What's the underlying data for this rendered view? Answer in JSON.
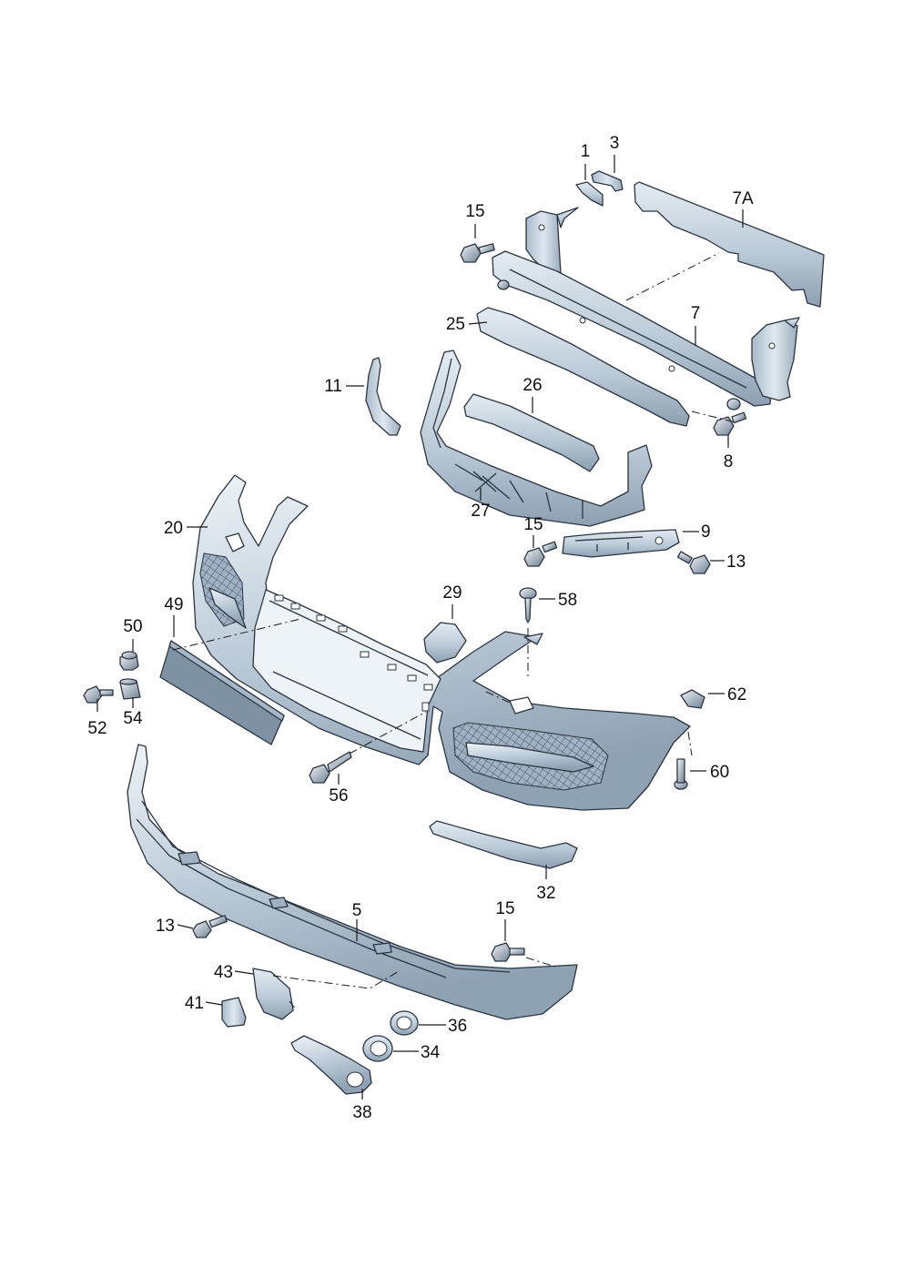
{
  "colors": {
    "part_fill_light": "#dfe8ef",
    "part_fill_mid": "#b4c4d2",
    "part_fill_dark": "#8496a8",
    "outline": "#2a3542"
  },
  "callouts": [
    {
      "id": "1",
      "label": "1"
    },
    {
      "id": "3",
      "label": "3"
    },
    {
      "id": "5",
      "label": "5"
    },
    {
      "id": "7",
      "label": "7"
    },
    {
      "id": "7A",
      "label": "7A"
    },
    {
      "id": "8",
      "label": "8"
    },
    {
      "id": "9",
      "label": "9"
    },
    {
      "id": "11",
      "label": "11"
    },
    {
      "id": "13a",
      "label": "13"
    },
    {
      "id": "13b",
      "label": "13"
    },
    {
      "id": "15a",
      "label": "15"
    },
    {
      "id": "15b",
      "label": "15"
    },
    {
      "id": "15c",
      "label": "15"
    },
    {
      "id": "20",
      "label": "20"
    },
    {
      "id": "25",
      "label": "25"
    },
    {
      "id": "26",
      "label": "26"
    },
    {
      "id": "27",
      "label": "27"
    },
    {
      "id": "29",
      "label": "29"
    },
    {
      "id": "32",
      "label": "32"
    },
    {
      "id": "34",
      "label": "34"
    },
    {
      "id": "36",
      "label": "36"
    },
    {
      "id": "38",
      "label": "38"
    },
    {
      "id": "41",
      "label": "41"
    },
    {
      "id": "43",
      "label": "43"
    },
    {
      "id": "49",
      "label": "49"
    },
    {
      "id": "50",
      "label": "50"
    },
    {
      "id": "52",
      "label": "52"
    },
    {
      "id": "54",
      "label": "54"
    },
    {
      "id": "56",
      "label": "56"
    },
    {
      "id": "58",
      "label": "58"
    },
    {
      "id": "60",
      "label": "60"
    },
    {
      "id": "62",
      "label": "62"
    }
  ]
}
